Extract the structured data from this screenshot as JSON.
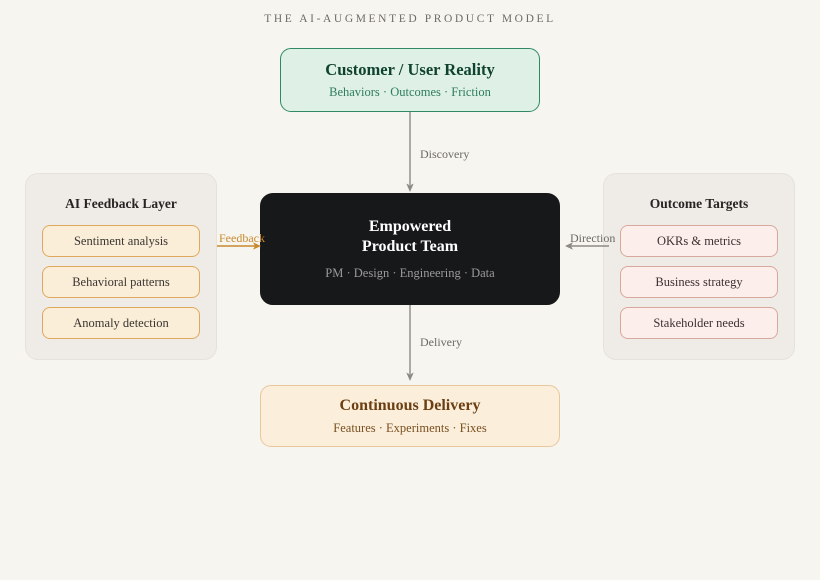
{
  "title": "THE AI-AUGMENTED PRODUCT MODEL",
  "nodes": {
    "customer": {
      "title": "Customer / User Reality",
      "subtitle": "Behaviors · Outcomes · Friction",
      "fill": "#dff0e6",
      "border": "#2f8a63",
      "title_color": "#10432f",
      "subtitle_color": "#2e7d5b"
    },
    "team": {
      "title_line1": "Empowered",
      "title_line2": "Product Team",
      "subtitle": "PM · Design · Engineering · Data",
      "fill": "#17181a",
      "title_color": "#ffffff",
      "subtitle_color": "#9a9a98"
    },
    "delivery": {
      "title": "Continuous Delivery",
      "subtitle": "Features · Experiments · Fixes",
      "fill": "#fbeedb",
      "border": "#e8c79b",
      "title_color": "#6b3f12",
      "subtitle_color": "#7a5020"
    }
  },
  "panels": {
    "ai_feedback": {
      "title": "AI Feedback Layer",
      "fill": "#efece7",
      "chip_fill": "#fbeed8",
      "chip_border": "#e0a85c",
      "chips": [
        "Sentiment analysis",
        "Behavioral patterns",
        "Anomaly detection"
      ]
    },
    "outcome_targets": {
      "title": "Outcome Targets",
      "fill": "#efece7",
      "chip_fill": "#fceeea",
      "chip_border": "#d8a89c",
      "chips": [
        "OKRs & metrics",
        "Business strategy",
        "Stakeholder needs"
      ]
    }
  },
  "arrows": {
    "discovery": {
      "label": "Discovery",
      "color": "#8d8a85",
      "direction": "down"
    },
    "delivery": {
      "label": "Delivery",
      "color": "#8d8a85",
      "direction": "down"
    },
    "feedback": {
      "label": "Feedback",
      "color": "#c98a2e",
      "direction": "right"
    },
    "direction": {
      "label": "Direction",
      "color": "#8d8a85",
      "direction": "left"
    }
  },
  "colors": {
    "background": "#f7f5f0",
    "title_text": "#6f6c66"
  }
}
